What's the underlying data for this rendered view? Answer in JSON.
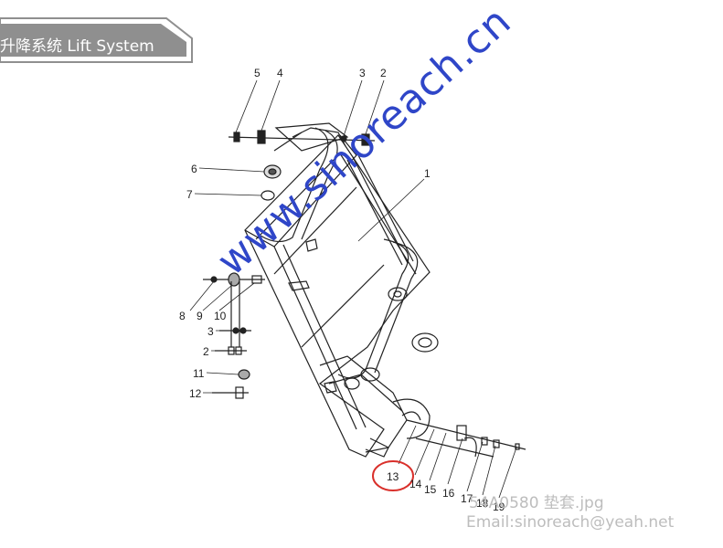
{
  "header": {
    "title": "升降系统  Lift System"
  },
  "watermark": "www.sinoreach.cn",
  "caption": {
    "filename": "54A0580 垫套.jpg",
    "email": "Email:sinoreach@yeah.net"
  },
  "colors": {
    "header_fill": "#8f8f8f",
    "highlight_circle": "#d9302b",
    "watermark": "#2f46c8",
    "line": "#222222"
  },
  "callouts": [
    "5",
    "4",
    "3",
    "2",
    "6",
    "7",
    "1",
    "8",
    "9",
    "10",
    "3",
    "2",
    "11",
    "12",
    "13",
    "14",
    "15",
    "16",
    "17",
    "18",
    "19"
  ],
  "highlighted_callout": "13"
}
